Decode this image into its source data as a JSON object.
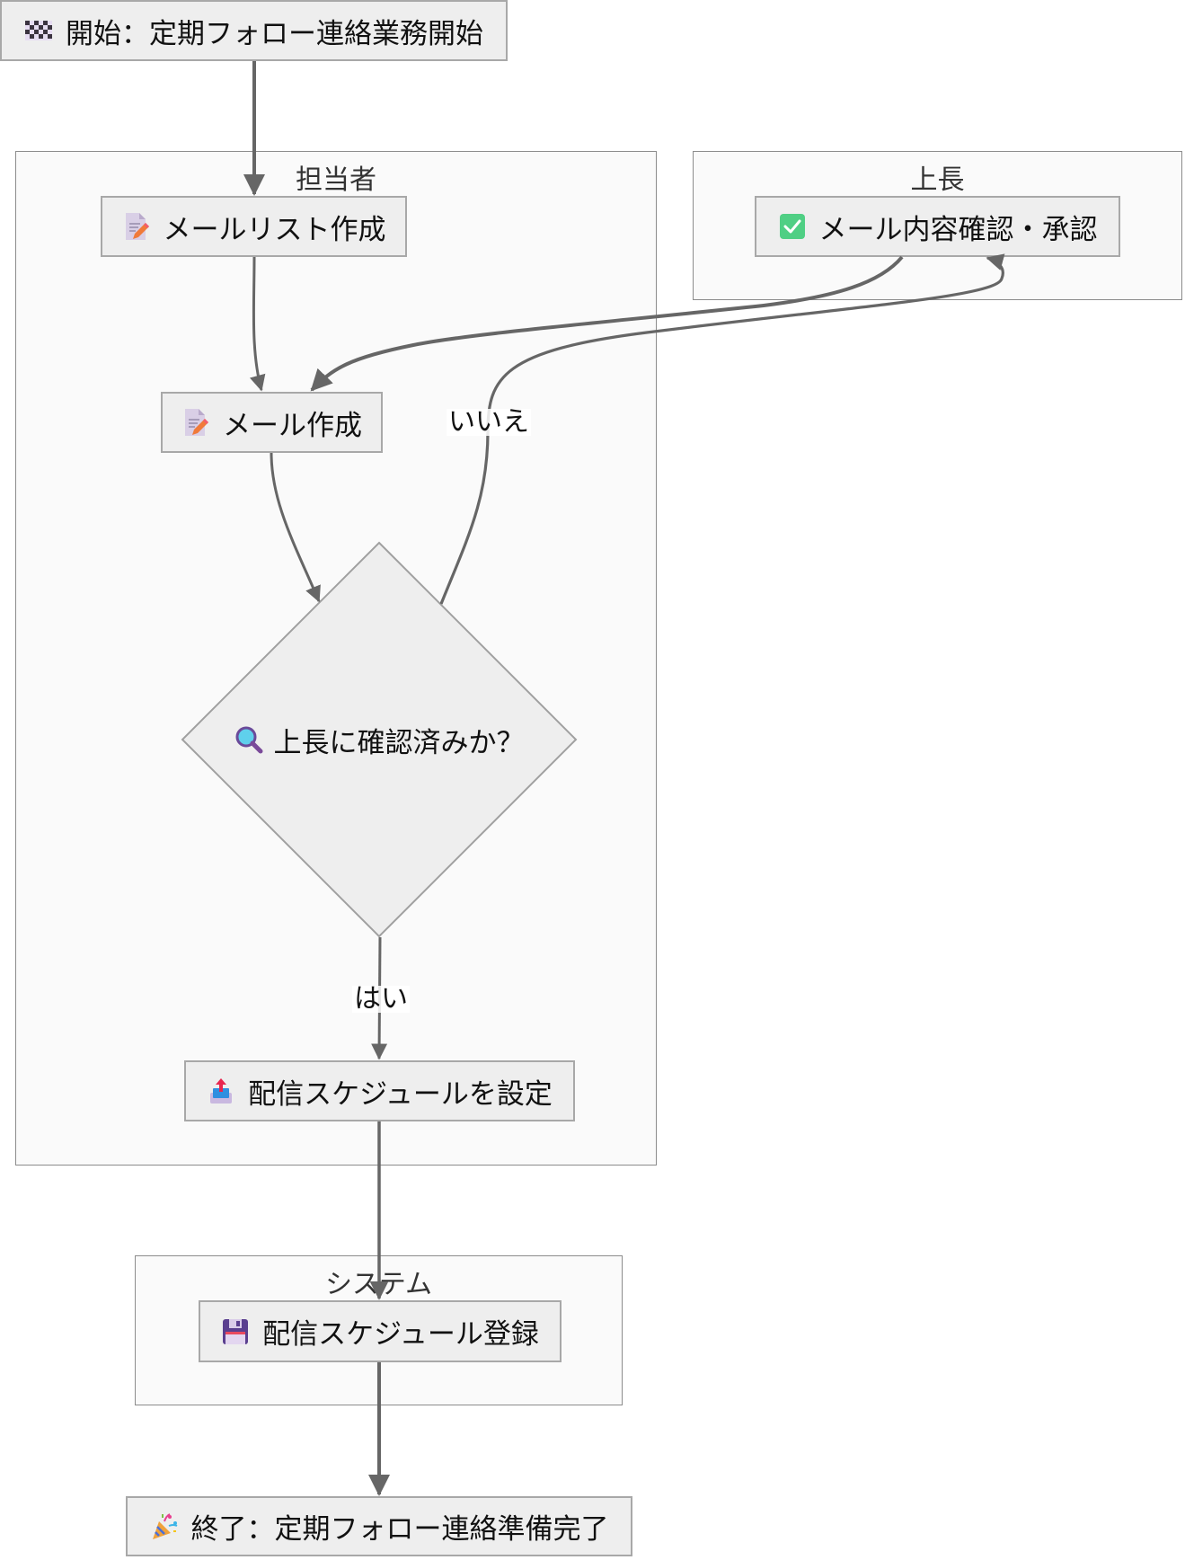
{
  "diagram": {
    "type": "flowchart",
    "lanes": [
      {
        "id": "tantousha",
        "title": "担当者"
      },
      {
        "id": "joucho",
        "title": "上長"
      },
      {
        "id": "system",
        "title": "システム"
      }
    ],
    "nodes": {
      "start": {
        "icon": "checkered-flag-icon",
        "label": "開始：定期フォロー連絡業務開始"
      },
      "mail_list": {
        "icon": "memo-icon",
        "label": "メールリスト作成"
      },
      "mail_create": {
        "icon": "memo-icon",
        "label": "メール作成"
      },
      "decision": {
        "icon": "magnifier-icon",
        "label": "上長に確認済みか？"
      },
      "approve": {
        "icon": "check-box-icon",
        "label": "メール内容確認・承認"
      },
      "set_schedule": {
        "icon": "outbox-tray-icon",
        "label": "配信スケジュールを設定"
      },
      "register": {
        "icon": "floppy-disk-icon",
        "label": "配信スケジュール登録"
      },
      "end": {
        "icon": "party-popper-icon",
        "label": "終了：定期フォロー連絡準備完了"
      }
    },
    "edges": [
      {
        "from": "start",
        "to": "mail_list",
        "label": ""
      },
      {
        "from": "mail_list",
        "to": "mail_create",
        "label": ""
      },
      {
        "from": "mail_create",
        "to": "decision",
        "label": ""
      },
      {
        "from": "decision",
        "to": "approve",
        "label": "いいえ"
      },
      {
        "from": "approve",
        "to": "mail_create",
        "label": ""
      },
      {
        "from": "decision",
        "to": "set_schedule",
        "label": "はい"
      },
      {
        "from": "set_schedule",
        "to": "register",
        "label": ""
      },
      {
        "from": "register",
        "to": "end",
        "label": ""
      }
    ],
    "edge_color": "#666666",
    "node_fill": "#eeeeee",
    "cluster_fill": "#fafafa"
  }
}
